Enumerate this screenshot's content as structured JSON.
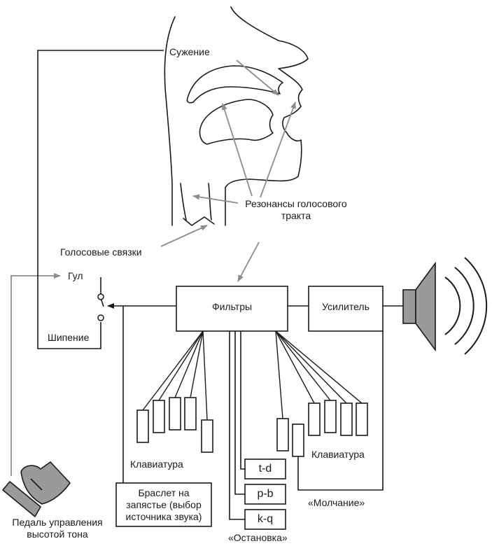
{
  "labels": {
    "constriction": "Сужение",
    "resonances_line1": "Резонансы голосового",
    "resonances_line2": "тракта",
    "vocal_cords": "Голосовые связки",
    "hum": "Гул",
    "hiss": "Шипение",
    "filters": "Фильтры",
    "amplifier": "Усилитель",
    "keyboard_left": "Клавиатура",
    "keyboard_right": "Клавиатура",
    "key_td": "t-d",
    "key_pb": "p-b",
    "key_kq": "k-q",
    "stop": "«Остановка»",
    "silence": "«Молчание»",
    "wrist_line1": "Браслет на",
    "wrist_line2": "запястье (выбор",
    "wrist_line3": "источника звука)",
    "pedal_line1": "Педаль управления",
    "pedal_line2": "высотой тона"
  },
  "colors": {
    "line": "#1a1a1a",
    "arrow_gray": "#8c8c8c",
    "speaker_fill": "#9a9a9a"
  }
}
